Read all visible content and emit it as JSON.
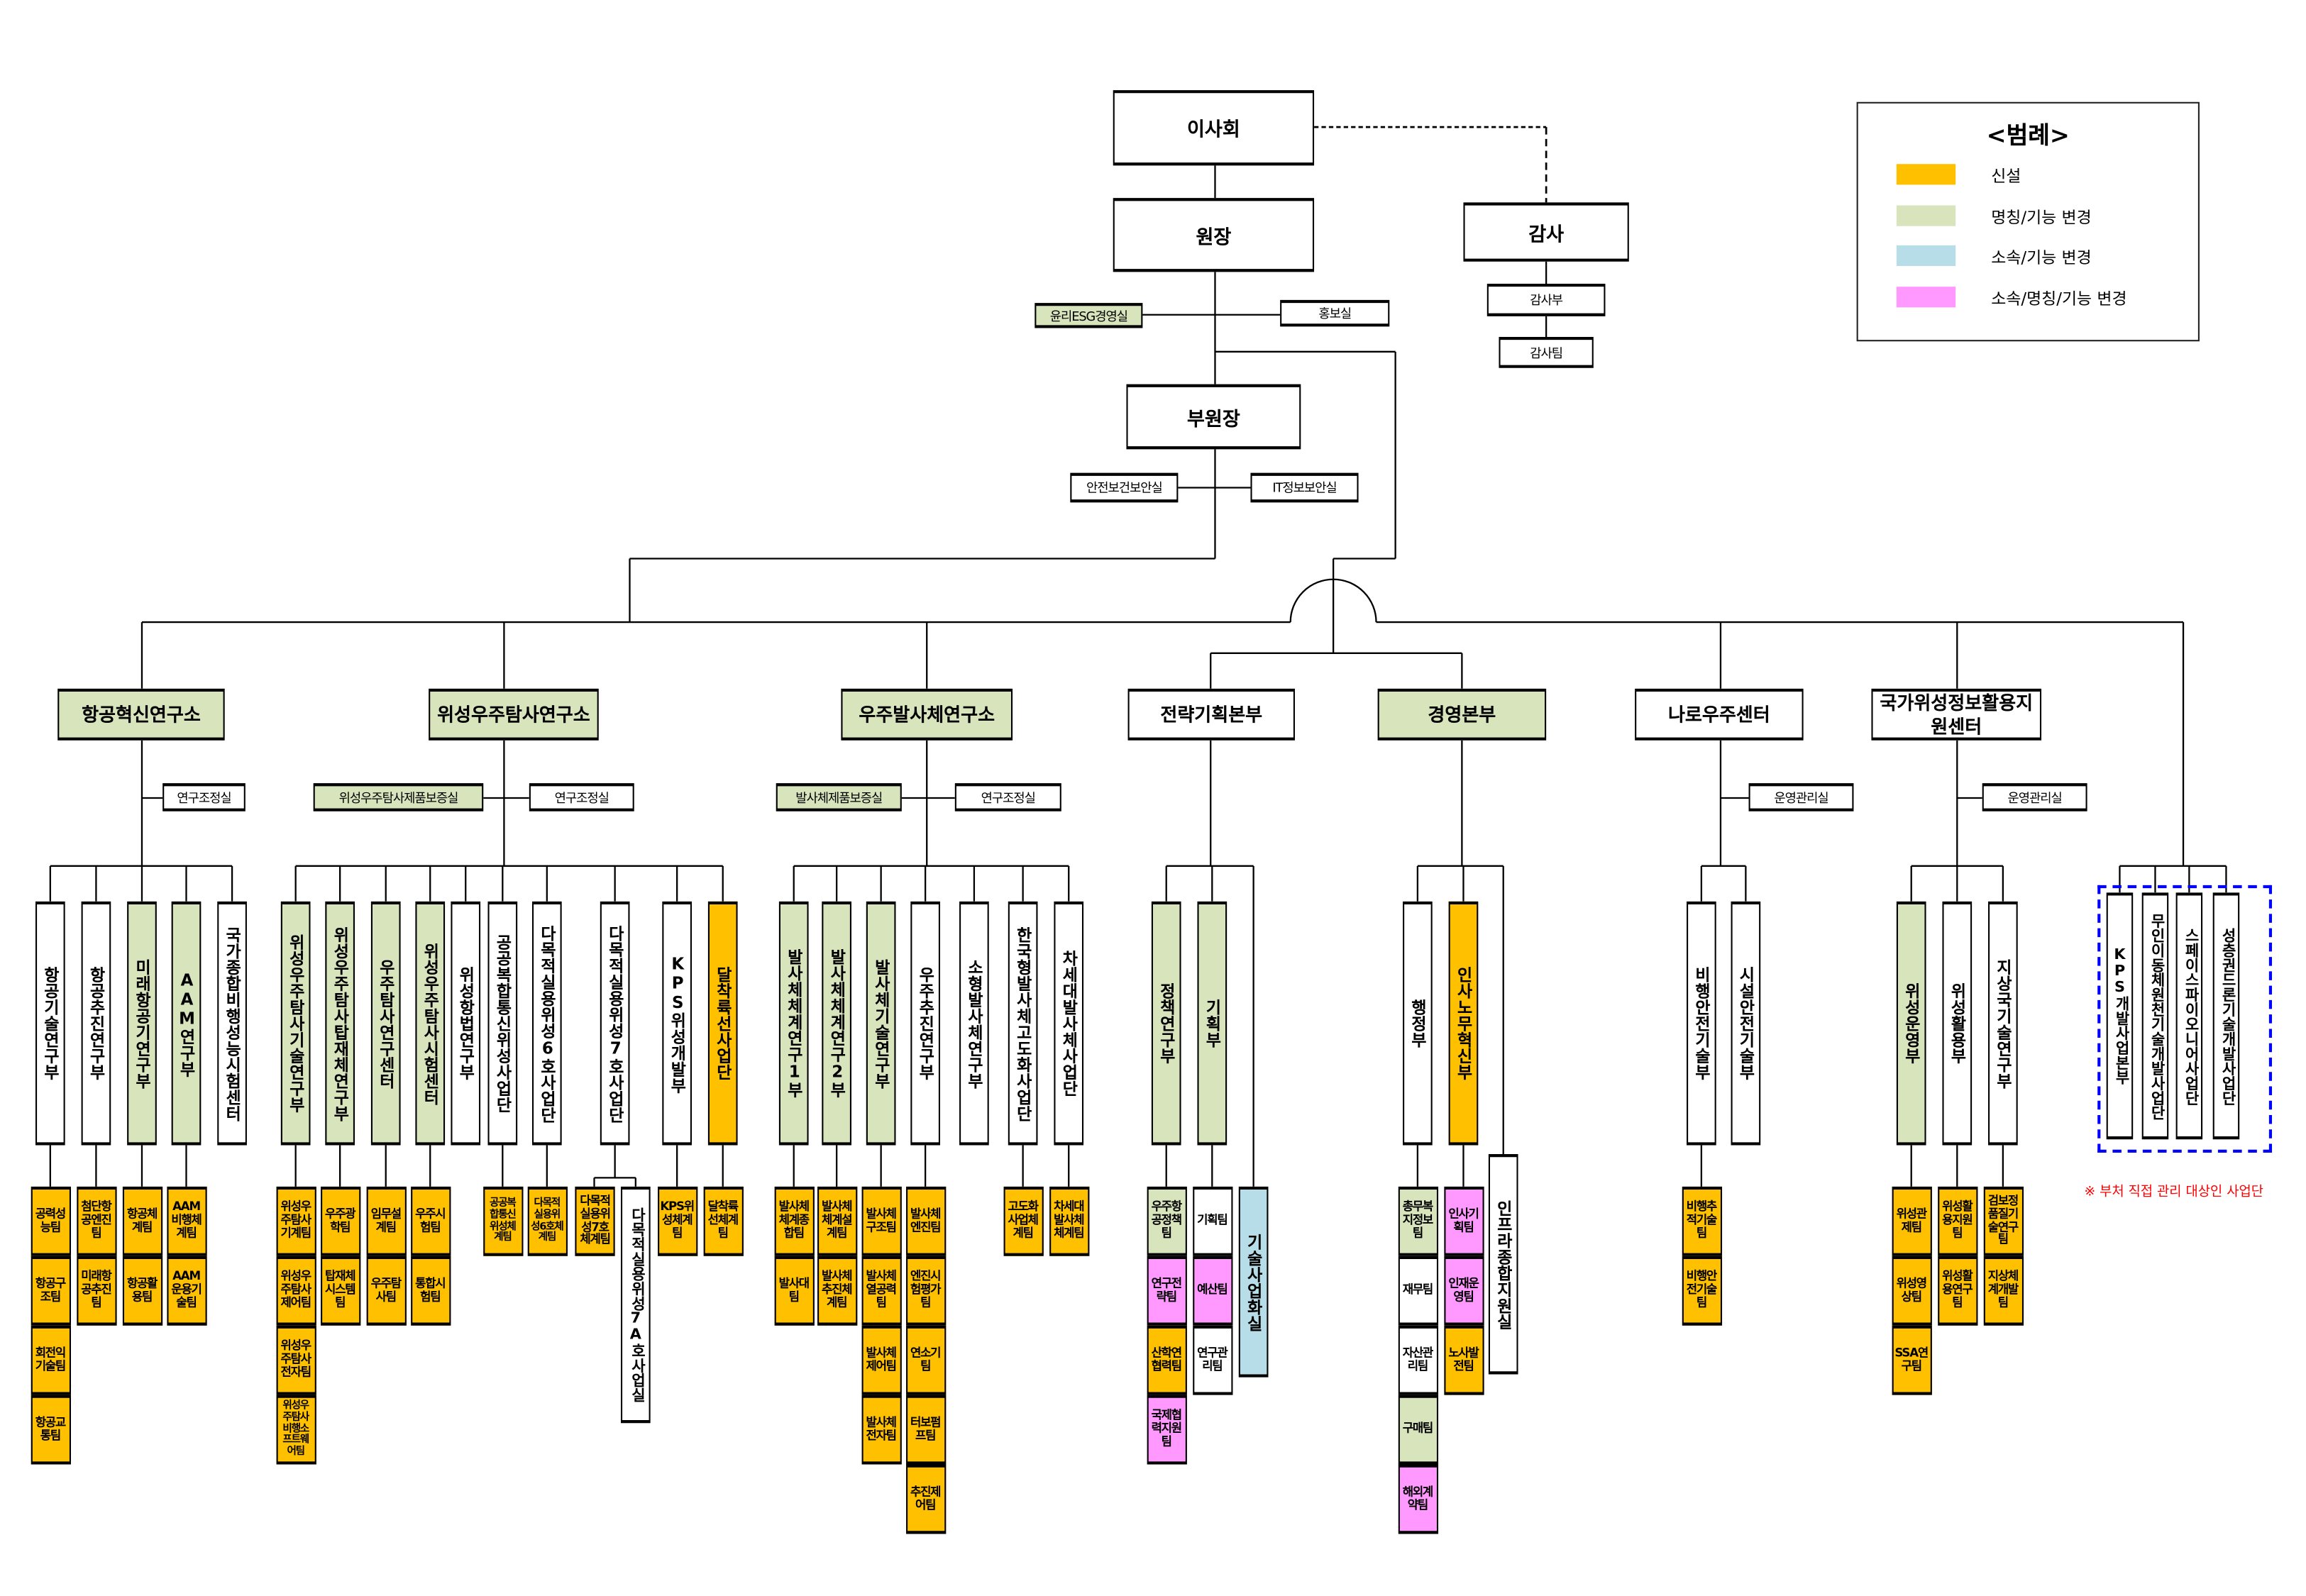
{
  "top": {
    "board": "이사회",
    "president": "원장",
    "auditor": "감사",
    "audit_dept": "감사부",
    "audit_team": "감사팀",
    "ethics_office": {
      "name": "윤리ESG경영실",
      "status": "renamed"
    },
    "pr_office": "홍보실",
    "vice_president": "부원장",
    "safety_office": "안전보건보안실",
    "it_office": "IT정보보안실"
  },
  "legend": {
    "title": "<범례>",
    "items": [
      {
        "status": "new",
        "label": "신설",
        "color": "#FFC000"
      },
      {
        "status": "renamed",
        "label": "명칭/기능 변경",
        "color": "#D8E4BC"
      },
      {
        "status": "moved",
        "label": "소속/기능 변경",
        "color": "#B7DDE8"
      },
      {
        "status": "moved_renamed",
        "label": "소속/명칭/기능 변경",
        "color": "#FF99FF"
      }
    ]
  },
  "divisions": [
    {
      "name": "항공혁신연구소",
      "status": "renamed",
      "offices": [
        {
          "name": "연구조정실",
          "status": ""
        }
      ],
      "depts": [
        {
          "name": "항공기술연구부",
          "status": "",
          "teams": [
            {
              "name": "공력성능팀",
              "status": "new"
            },
            {
              "name": "항공구조팀",
              "status": "new"
            },
            {
              "name": "회전익기술팀",
              "status": "new"
            },
            {
              "name": "항공교통팀",
              "status": "new"
            }
          ]
        },
        {
          "name": "항공추진연구부",
          "status": "",
          "teams": [
            {
              "name": "첨단항공엔진팀",
              "status": "new"
            },
            {
              "name": "미래항공추진팀",
              "status": "new"
            }
          ]
        },
        {
          "name": "미래항공기연구부",
          "status": "renamed",
          "teams": [
            {
              "name": "항공체계팀",
              "status": "new"
            },
            {
              "name": "항공활용팀",
              "status": "new"
            }
          ]
        },
        {
          "name": "AAM연구부",
          "status": "renamed",
          "teams": [
            {
              "name": "AAM비행체계팀",
              "status": "new"
            },
            {
              "name": "AAM운용기술팀",
              "status": "new"
            }
          ]
        },
        {
          "name": "국가종합비행성능시험센터",
          "status": "",
          "teams": []
        }
      ],
      "units": []
    },
    {
      "name": "위성우주탐사연구소",
      "status": "renamed",
      "offices": [
        {
          "name": "위성우주탐사제품보증실",
          "status": "renamed"
        },
        {
          "name": "연구조정실",
          "status": ""
        }
      ],
      "depts": [
        {
          "name": "위성우주탐사기술연구부",
          "status": "renamed",
          "teams": [
            {
              "name": "위성우주탐사기계팀",
              "status": "new"
            },
            {
              "name": "위성우주탐사제어팀",
              "status": "new"
            },
            {
              "name": "위성우주탐사전자팀",
              "status": "new"
            },
            {
              "name": "위성우주탐사비행소프트웨어팀",
              "status": "new"
            }
          ]
        },
        {
          "name": "위성우주탐사탑재체연구부",
          "status": "renamed",
          "teams": [
            {
              "name": "우주광학팀",
              "status": "new"
            },
            {
              "name": "탑재체시스템팀",
              "status": "new"
            }
          ]
        },
        {
          "name": "우주탐사연구센터",
          "status": "renamed",
          "teams": [
            {
              "name": "임무설계팀",
              "status": "new"
            },
            {
              "name": "우주탐사팀",
              "status": "new"
            }
          ]
        },
        {
          "name": "위성우주탐사시험센터",
          "status": "renamed",
          "teams": [
            {
              "name": "우주시험팀",
              "status": "new"
            },
            {
              "name": "통합시험팀",
              "status": "new"
            }
          ]
        },
        {
          "name": "위성항법연구부",
          "status": "",
          "teams": []
        },
        {
          "name": "공공복합통신위성사업단",
          "status": "",
          "teams": [
            {
              "name": "공공복합통신위성체계팀",
              "status": "new"
            }
          ]
        },
        {
          "name": "다목적실용위성6호사업단",
          "status": "",
          "teams": [
            {
              "name": "다목적실용위성6호체계팀",
              "status": "new"
            }
          ]
        },
        {
          "name": "다목적실용위성7호사업단",
          "status": "",
          "teams": [
            {
              "name": "다목적실용위성7호체계팀",
              "status": "new"
            },
            {
              "name": "다목적실용위성7A호사업실",
              "status": ""
            }
          ]
        },
        {
          "name": "KPS위성개발부",
          "status": "",
          "teams": [
            {
              "name": "KPS위성체계팀",
              "status": "new"
            }
          ]
        },
        {
          "name": "달착륙선사업단",
          "status": "new",
          "teams": [
            {
              "name": "달착륙선체계팀",
              "status": "new"
            }
          ]
        }
      ],
      "units": []
    },
    {
      "name": "우주발사체연구소",
      "status": "renamed",
      "offices": [
        {
          "name": "발사체제품보증실",
          "status": "renamed"
        },
        {
          "name": "연구조정실",
          "status": ""
        }
      ],
      "depts": [
        {
          "name": "발사체체계연구1부",
          "status": "renamed",
          "teams": [
            {
              "name": "발사체체계종합팀",
              "status": "new"
            },
            {
              "name": "발사대팀",
              "status": "new"
            }
          ]
        },
        {
          "name": "발사체체계연구2부",
          "status": "renamed",
          "teams": [
            {
              "name": "발사체체계설계팀",
              "status": "new"
            },
            {
              "name": "발사체추진체계팀",
              "status": "new"
            }
          ]
        },
        {
          "name": "발사체기술연구부",
          "status": "renamed",
          "teams": [
            {
              "name": "발사체구조팀",
              "status": "new"
            },
            {
              "name": "발사체열공력팀",
              "status": "new"
            },
            {
              "name": "발사체제어팀",
              "status": "new"
            },
            {
              "name": "발사체전자팀",
              "status": "new"
            }
          ]
        },
        {
          "name": "우주추진연구부",
          "status": "",
          "teams": [
            {
              "name": "발사체엔진팀",
              "status": "new"
            },
            {
              "name": "엔진시험평가팀",
              "status": "new"
            },
            {
              "name": "연소기팀",
              "status": "new"
            },
            {
              "name": "터보펌프팀",
              "status": "new"
            },
            {
              "name": "추진제어팀",
              "status": "new"
            }
          ]
        },
        {
          "name": "소형발사체연구부",
          "status": "",
          "teams": []
        },
        {
          "name": "한국형발사체고도화사업단",
          "status": "",
          "teams": [
            {
              "name": "고도화사업체계팀",
              "status": "new"
            }
          ]
        },
        {
          "name": "차세대발사체사업단",
          "status": "",
          "teams": [
            {
              "name": "차세대발사체체계팀",
              "status": "new"
            }
          ]
        }
      ],
      "units": []
    },
    {
      "name": "전략기획본부",
      "status": "",
      "offices": [],
      "depts": [
        {
          "name": "정책연구부",
          "status": "renamed",
          "teams": [
            {
              "name": "우주항공정책팀",
              "status": "renamed"
            },
            {
              "name": "연구전략팀",
              "status": "moved_renamed"
            },
            {
              "name": "산학연협력팀",
              "status": "new"
            },
            {
              "name": "국제협력지원팀",
              "status": "moved_renamed"
            }
          ]
        },
        {
          "name": "기획부",
          "status": "renamed",
          "teams": [
            {
              "name": "기획팀",
              "status": ""
            },
            {
              "name": "예산팀",
              "status": "moved_renamed"
            },
            {
              "name": "연구관리팀",
              "status": ""
            }
          ]
        }
      ],
      "units": [
        {
          "name": "기술사업화실",
          "status": "moved"
        }
      ]
    },
    {
      "name": "경영본부",
      "status": "renamed",
      "offices": [],
      "depts": [
        {
          "name": "행정부",
          "status": "",
          "teams": [
            {
              "name": "총무복지정보팀",
              "status": "renamed"
            },
            {
              "name": "재무팀",
              "status": ""
            },
            {
              "name": "자산관리팀",
              "status": ""
            },
            {
              "name": "구매팀",
              "status": "renamed"
            },
            {
              "name": "해외계약팀",
              "status": "moved_renamed"
            }
          ]
        },
        {
          "name": "인사노무혁신부",
          "status": "new",
          "teams": [
            {
              "name": "인사기획팀",
              "status": "moved_renamed"
            },
            {
              "name": "인재운영팀",
              "status": "moved_renamed"
            },
            {
              "name": "노사발전팀",
              "status": "new"
            }
          ]
        }
      ],
      "units": [
        {
          "name": "인프라종합지원실",
          "status": ""
        }
      ]
    },
    {
      "name": "나로우주센터",
      "status": "",
      "offices": [
        {
          "name": "운영관리실",
          "status": ""
        }
      ],
      "depts": [
        {
          "name": "비행안전기술부",
          "status": "",
          "teams": [
            {
              "name": "비행추적기술팀",
              "status": "new"
            },
            {
              "name": "비행안전기술팀",
              "status": "new"
            }
          ]
        },
        {
          "name": "시설안전기술부",
          "status": "",
          "teams": []
        }
      ],
      "units": []
    },
    {
      "name": "국가위성정보활용지원센터",
      "status": "",
      "offices": [
        {
          "name": "운영관리실",
          "status": ""
        }
      ],
      "depts": [
        {
          "name": "위성운영부",
          "status": "renamed",
          "teams": [
            {
              "name": "위성관제팀",
              "status": "new"
            },
            {
              "name": "위성영상팀",
              "status": "new"
            },
            {
              "name": "SSA연구팀",
              "status": "new"
            }
          ]
        },
        {
          "name": "위성활용부",
          "status": "",
          "teams": [
            {
              "name": "위성활용지원팀",
              "status": "new"
            },
            {
              "name": "위성활용연구팀",
              "status": "new"
            }
          ]
        },
        {
          "name": "지상국기술연구부",
          "status": "",
          "teams": [
            {
              "name": "검보정품질기술연구팀",
              "status": "new"
            },
            {
              "name": "지상체계개발팀",
              "status": "new"
            }
          ]
        }
      ],
      "units": []
    }
  ],
  "ministry_direct": {
    "units": [
      {
        "name": "KPS개발사업본부",
        "status": ""
      },
      {
        "name": "무인이동체원천기술개발사업단",
        "status": ""
      },
      {
        "name": "스페이스파이오니어사업단",
        "status": ""
      },
      {
        "name": "성층권드론기술개발사업단",
        "status": ""
      }
    ],
    "note": "※ 부처 직접 관리 대상인 사업단"
  }
}
